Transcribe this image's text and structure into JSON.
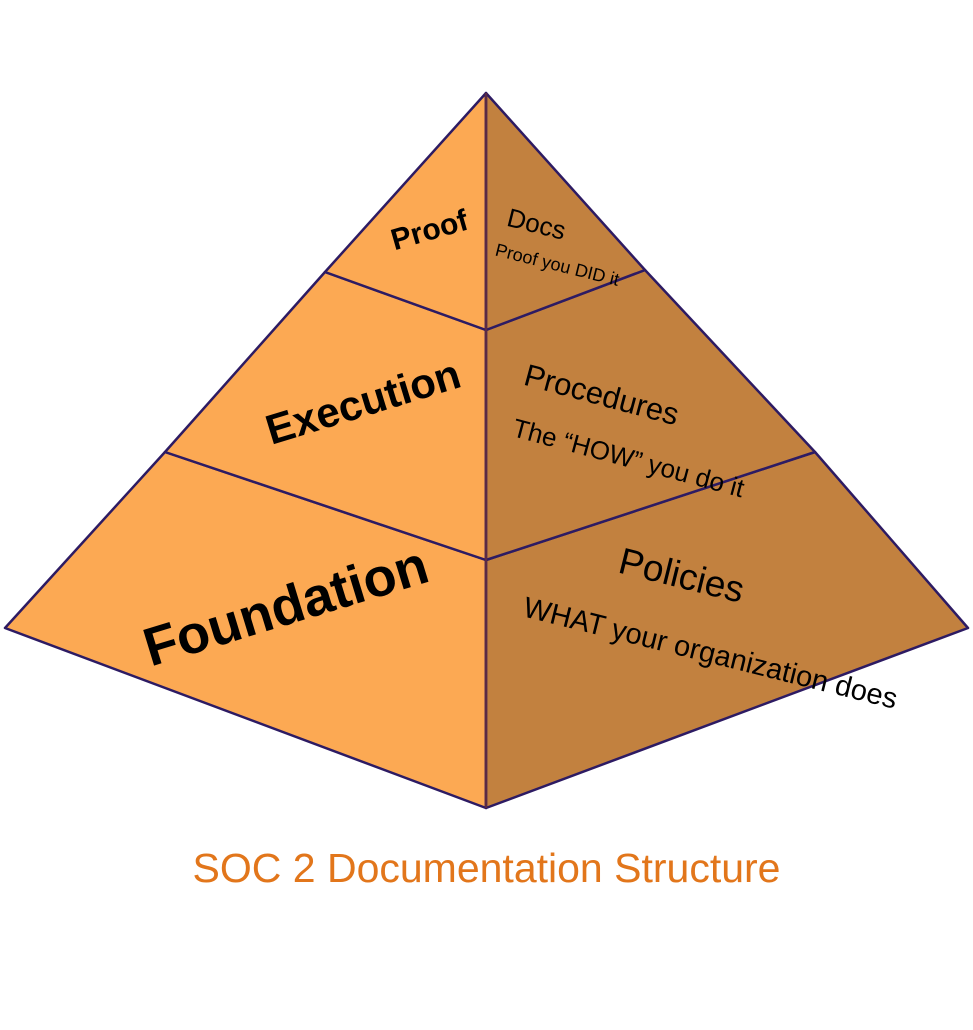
{
  "caption": "SOC 2 Documentation Structure",
  "colors": {
    "left_face": "#FCA953",
    "right_face": "#C2813F",
    "outline": "#2D1B63",
    "caption_text": "#E2761B",
    "label_text": "#000000",
    "background": "#FFFFFF"
  },
  "diagram": {
    "type": "pyramid",
    "tier_count": 3,
    "tiers": [
      {
        "level": 1,
        "position": "top",
        "left_label": "Proof",
        "right_title": "Docs",
        "right_subtitle": "Proof you DID it"
      },
      {
        "level": 2,
        "position": "middle",
        "left_label": "Execution",
        "right_title": "Procedures",
        "right_subtitle": "The “HOW” you do it"
      },
      {
        "level": 3,
        "position": "bottom",
        "left_label": "Foundation",
        "right_title": "Policies",
        "right_subtitle": "WHAT your organization does"
      }
    ]
  }
}
